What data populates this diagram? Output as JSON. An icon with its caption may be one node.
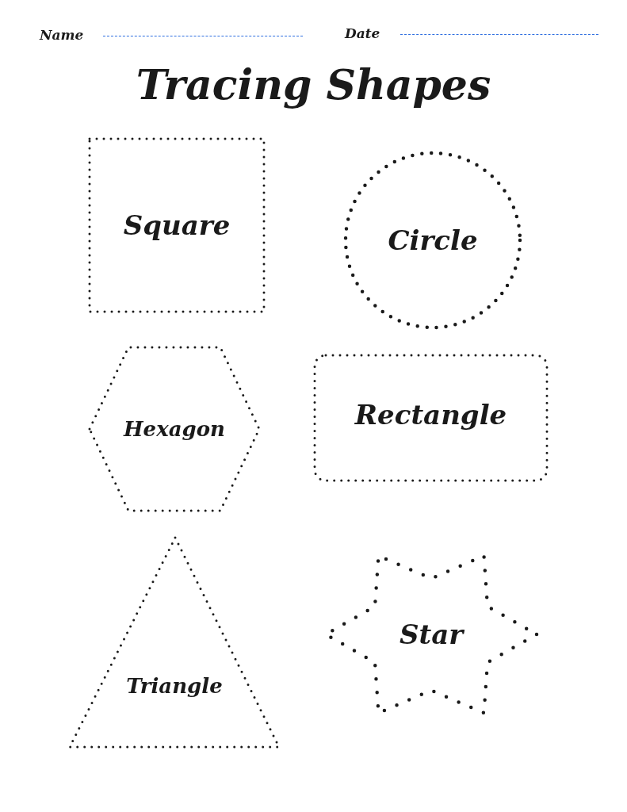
{
  "diagram": {
    "title": "Tracing Shapes",
    "nodes": [
      {
        "text": [
          "Square"
        ]
      },
      {
        "text": [
          "Circle"
        ]
      },
      {
        "text": [
          "Hexagon"
        ]
      },
      {
        "text": [
          "Rectangle"
        ]
      },
      {
        "text": [
          "Triangle"
        ]
      },
      {
        "text": [
          "Star"
        ]
      }
    ],
    "labels": [
      "Name",
      "Date"
    ]
  }
}
